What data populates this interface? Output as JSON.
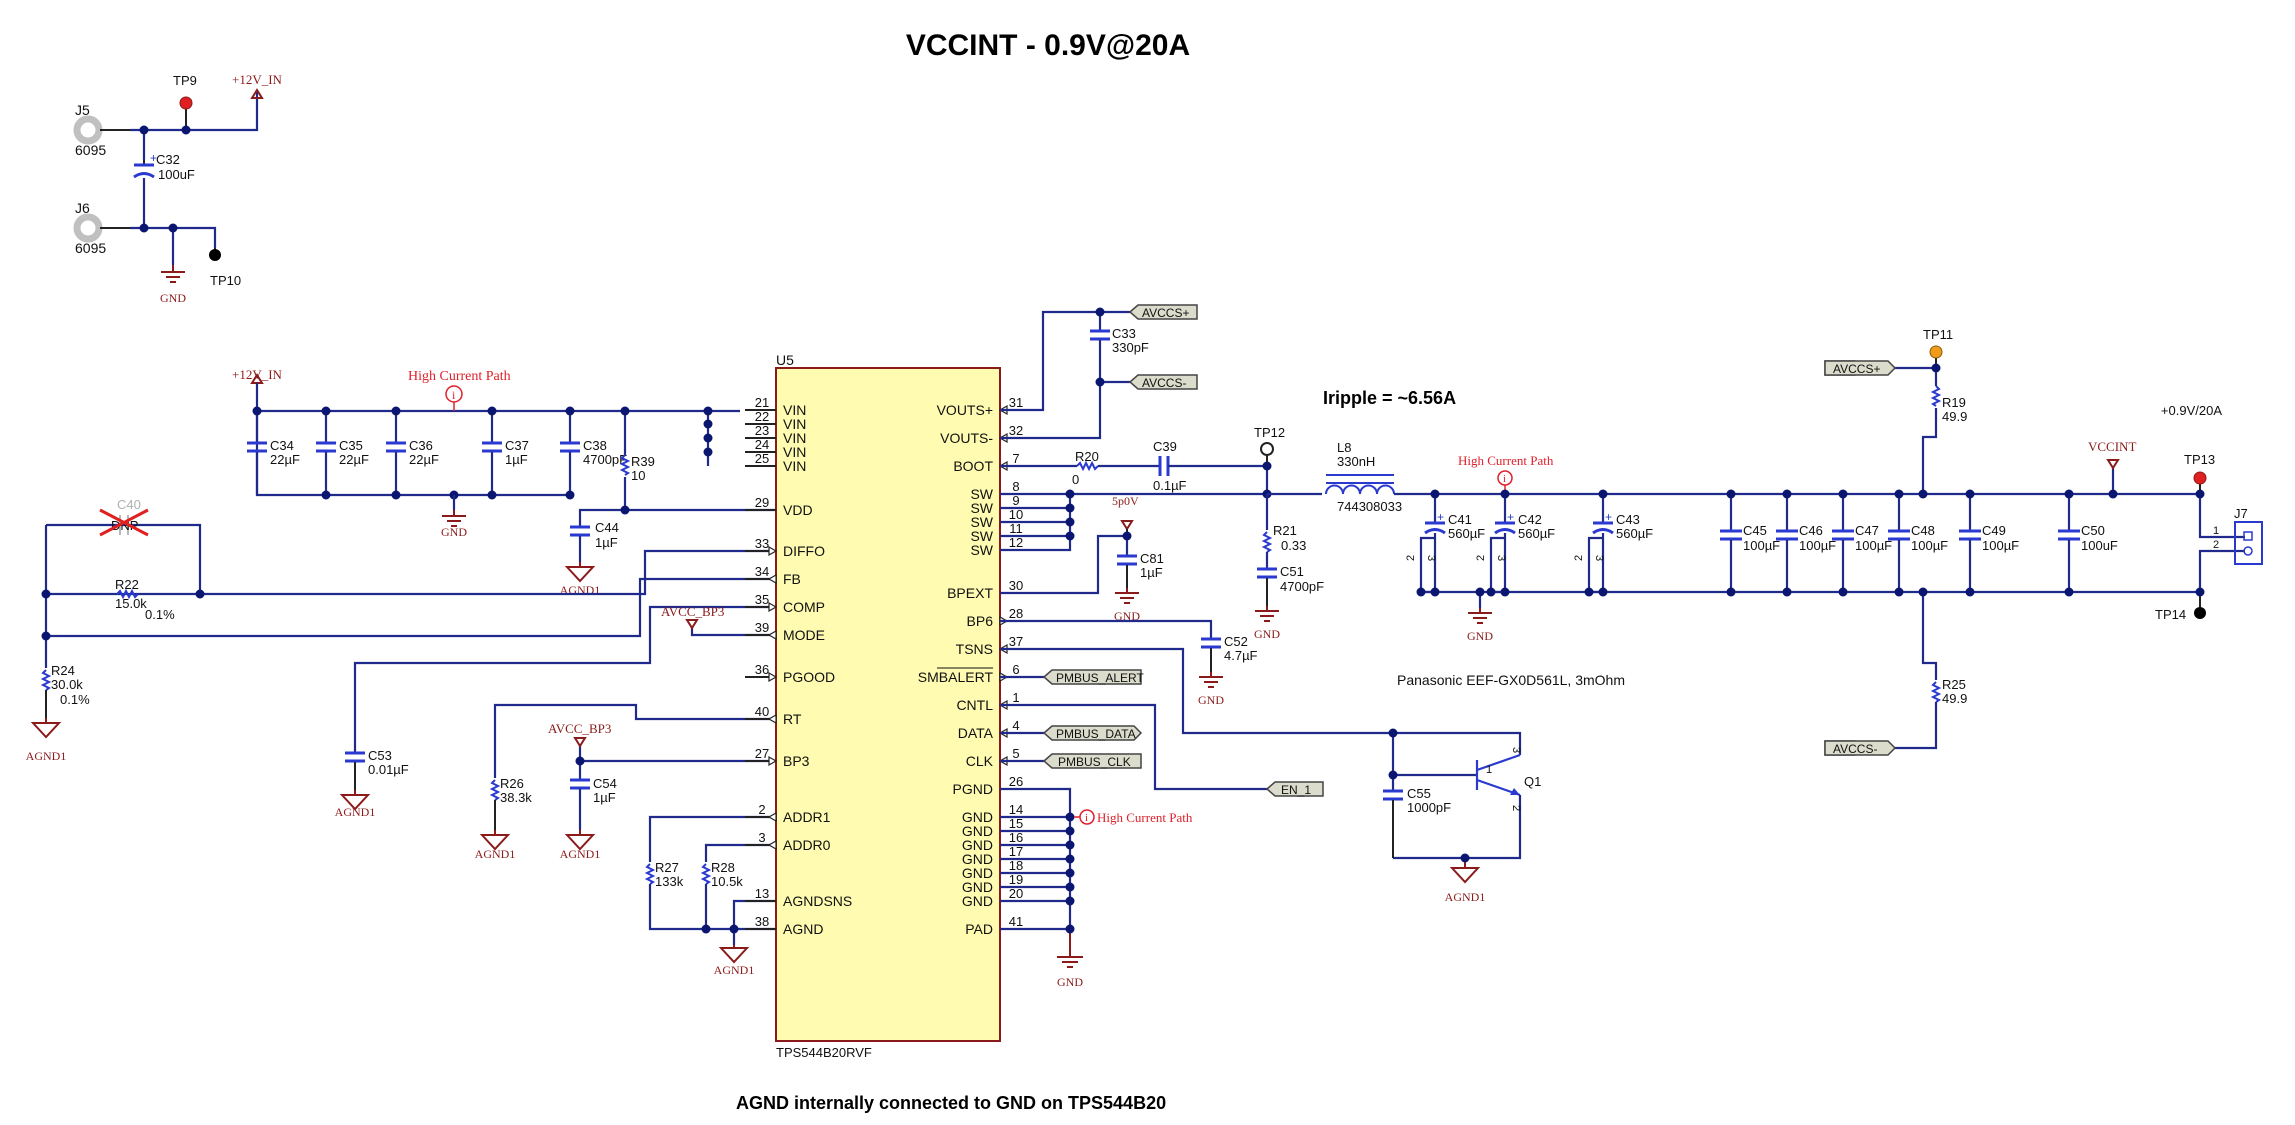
{
  "title": "VCCINT - 0.9V@20A",
  "footnote": "AGND internally connected to GND on TPS544B20",
  "iripple": "Iripple = ~6.56A",
  "cap_note": "Panasonic EEF-GX0D561L, 3mOhm",
  "output_note": "+0.9V/20A",
  "high_current_label": "High Current Path",
  "dnp_label": "DNP",
  "power_nets": {
    "v12": "+12V_IN",
    "gnd": "GND",
    "agnd": "AGND1",
    "avcc_bp3": "AVCC_BP3",
    "p5v": "5p0V",
    "vccint": "VCCINT"
  },
  "connectors": {
    "j5": {
      "ref": "J5",
      "value": "6095"
    },
    "j6": {
      "ref": "J6",
      "value": "6095"
    },
    "j7": {
      "ref": "J7",
      "pin1": "1",
      "pin2": "2"
    }
  },
  "test_points": {
    "tp9": "TP9",
    "tp10": "TP10",
    "tp11": "TP11",
    "tp12": "TP12",
    "tp13": "TP13",
    "tp14": "TP14"
  },
  "components": {
    "c32": {
      "ref": "C32",
      "value": "100uF"
    },
    "c33": {
      "ref": "C33",
      "value": "330pF"
    },
    "c34": {
      "ref": "C34",
      "value": "22µF"
    },
    "c35": {
      "ref": "C35",
      "value": "22µF"
    },
    "c36": {
      "ref": "C36",
      "value": "22µF"
    },
    "c37": {
      "ref": "C37",
      "value": "1µF"
    },
    "c38": {
      "ref": "C38",
      "value": "4700pF"
    },
    "c39": {
      "ref": "C39",
      "value": "0.1µF"
    },
    "c40": {
      "ref": "C40",
      "value": "DNP"
    },
    "c41": {
      "ref": "C41",
      "value": "560µF"
    },
    "c42": {
      "ref": "C42",
      "value": "560µF"
    },
    "c43": {
      "ref": "C43",
      "value": "560µF"
    },
    "c44": {
      "ref": "C44",
      "value": "1µF"
    },
    "c45": {
      "ref": "C45",
      "value": "100µF"
    },
    "c46": {
      "ref": "C46",
      "value": "100µF"
    },
    "c47": {
      "ref": "C47",
      "value": "100µF"
    },
    "c48": {
      "ref": "C48",
      "value": "100µF"
    },
    "c49": {
      "ref": "C49",
      "value": "100µF"
    },
    "c50": {
      "ref": "C50",
      "value": "100uF"
    },
    "c51": {
      "ref": "C51",
      "value": "4700pF"
    },
    "c52": {
      "ref": "C52",
      "value": "4.7µF"
    },
    "c53": {
      "ref": "C53",
      "value": "0.01µF"
    },
    "c54": {
      "ref": "C54",
      "value": "1µF"
    },
    "c55": {
      "ref": "C55",
      "value": "1000pF"
    },
    "c81": {
      "ref": "C81",
      "value": "1µF"
    },
    "r19": {
      "ref": "R19",
      "value": "49.9"
    },
    "r20": {
      "ref": "R20",
      "value": "0"
    },
    "r21": {
      "ref": "R21",
      "value": "0.33"
    },
    "r22": {
      "ref": "R22",
      "value": "15.0k",
      "tol": "0.1%"
    },
    "r24": {
      "ref": "R24",
      "value": "30.0k",
      "tol": "0.1%"
    },
    "r25": {
      "ref": "R25",
      "value": "49.9"
    },
    "r26": {
      "ref": "R26",
      "value": "38.3k"
    },
    "r27": {
      "ref": "R27",
      "value": "133k"
    },
    "r28": {
      "ref": "R28",
      "value": "10.5k"
    },
    "r39": {
      "ref": "R39",
      "value": "10"
    },
    "l8": {
      "ref": "L8",
      "value": "330nH",
      "part": "744308033"
    },
    "q1": {
      "ref": "Q1",
      "pin1": "1",
      "pin2": "2",
      "pin3": "3"
    }
  },
  "u5": {
    "ref": "U5",
    "part": "TPS544B20RVF",
    "left_pins": [
      {
        "num": "21",
        "name": "VIN"
      },
      {
        "num": "22",
        "name": "VIN"
      },
      {
        "num": "23",
        "name": "VIN"
      },
      {
        "num": "24",
        "name": "VIN"
      },
      {
        "num": "25",
        "name": "VIN"
      },
      {
        "num": "29",
        "name": "VDD"
      },
      {
        "num": "33",
        "name": "DIFFO"
      },
      {
        "num": "34",
        "name": "FB"
      },
      {
        "num": "35",
        "name": "COMP"
      },
      {
        "num": "39",
        "name": "MODE"
      },
      {
        "num": "36",
        "name": "PGOOD"
      },
      {
        "num": "40",
        "name": "RT"
      },
      {
        "num": "27",
        "name": "BP3"
      },
      {
        "num": "2",
        "name": "ADDR1"
      },
      {
        "num": "3",
        "name": "ADDR0"
      },
      {
        "num": "13",
        "name": "AGNDSNS"
      },
      {
        "num": "38",
        "name": "AGND"
      }
    ],
    "right_pins": [
      {
        "num": "31",
        "name": "VOUTS+"
      },
      {
        "num": "32",
        "name": "VOUTS-"
      },
      {
        "num": "7",
        "name": "BOOT"
      },
      {
        "num": "8",
        "name": "SW"
      },
      {
        "num": "9",
        "name": "SW"
      },
      {
        "num": "10",
        "name": "SW"
      },
      {
        "num": "11",
        "name": "SW"
      },
      {
        "num": "12",
        "name": "SW"
      },
      {
        "num": "30",
        "name": "BPEXT"
      },
      {
        "num": "28",
        "name": "BP6"
      },
      {
        "num": "37",
        "name": "TSNS"
      },
      {
        "num": "6",
        "name": "SMBALERT"
      },
      {
        "num": "1",
        "name": "CNTL"
      },
      {
        "num": "4",
        "name": "DATA"
      },
      {
        "num": "5",
        "name": "CLK"
      },
      {
        "num": "26",
        "name": "PGND"
      },
      {
        "num": "14",
        "name": "GND"
      },
      {
        "num": "15",
        "name": "GND"
      },
      {
        "num": "16",
        "name": "GND"
      },
      {
        "num": "17",
        "name": "GND"
      },
      {
        "num": "18",
        "name": "GND"
      },
      {
        "num": "19",
        "name": "GND"
      },
      {
        "num": "20",
        "name": "GND"
      },
      {
        "num": "41",
        "name": "PAD"
      }
    ]
  },
  "net_ports": {
    "avccs_plus_top": "AVCCS+",
    "avccs_minus_top": "AVCCS-",
    "avccs_plus_right": "AVCCS+",
    "avccs_minus_right": "AVCCS-",
    "pmbus_alert": "PMBUS_ALERT",
    "pmbus_data": "PMBUS_DATA",
    "pmbus_clk": "PMBUS_CLK",
    "en_1": "EN_1"
  },
  "cap_pin_labels": {
    "a": "2",
    "b": "3"
  }
}
